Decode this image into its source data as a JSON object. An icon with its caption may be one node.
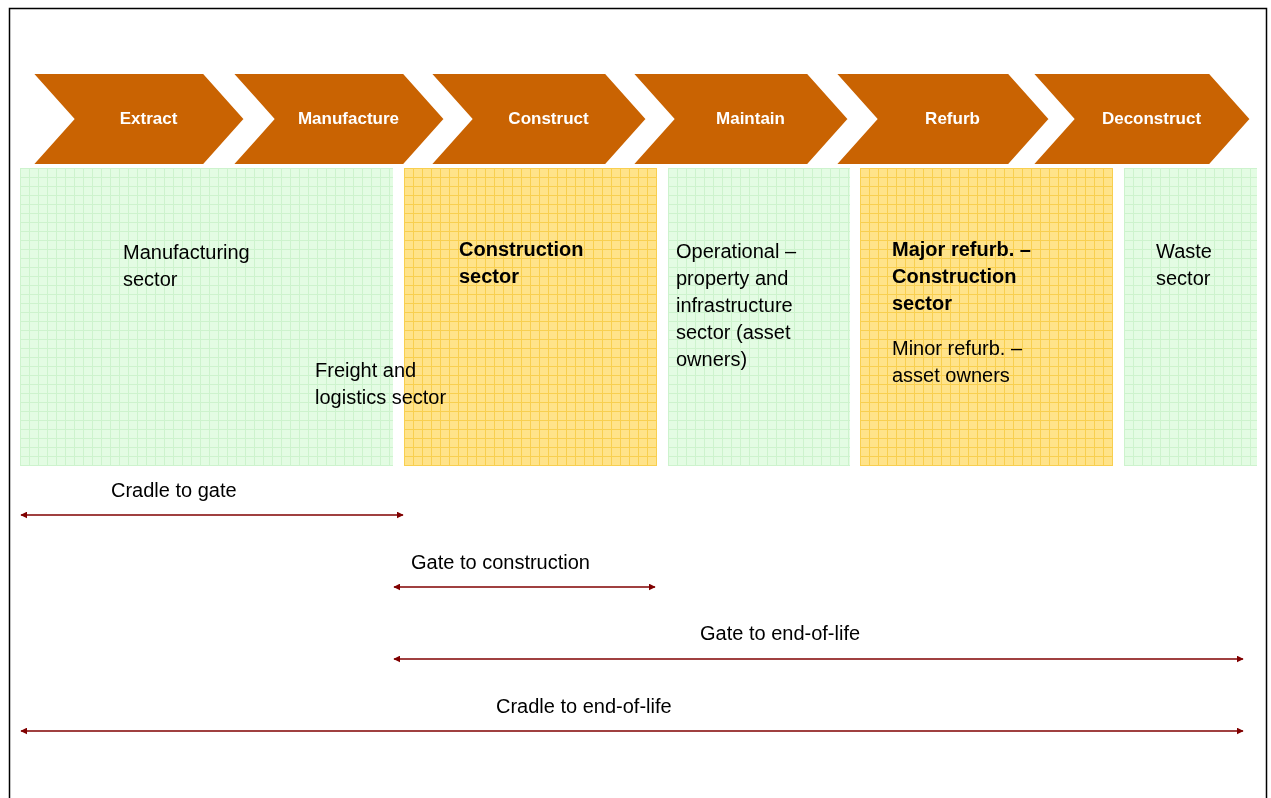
{
  "diagram": {
    "nodes": [
      {
        "text": [
          "Manufacturing sector"
        ]
      },
      {
        "text": [
          "Construction sector"
        ]
      },
      {
        "text": [
          "Operational – property and infrastructure sector (asset owners)"
        ]
      },
      {
        "text": [
          "Major refurb. – Construction sector",
          "Minor refurb. – asset owners"
        ]
      },
      {
        "text": [
          "Waste sector"
        ]
      },
      {
        "text": [
          "Extract"
        ]
      },
      {
        "text": [
          "Manufacture"
        ]
      },
      {
        "text": [
          "Construct"
        ]
      },
      {
        "text": [
          "Maintain"
        ]
      },
      {
        "text": [
          "Refurb"
        ]
      },
      {
        "text": [
          "Deconstruct"
        ]
      }
    ],
    "labels": [
      "Freight and logistics sector",
      "Cradle to gate",
      "Gate to construction",
      "Gate to end-of-life",
      "Cradle to end-of-life"
    ]
  }
}
